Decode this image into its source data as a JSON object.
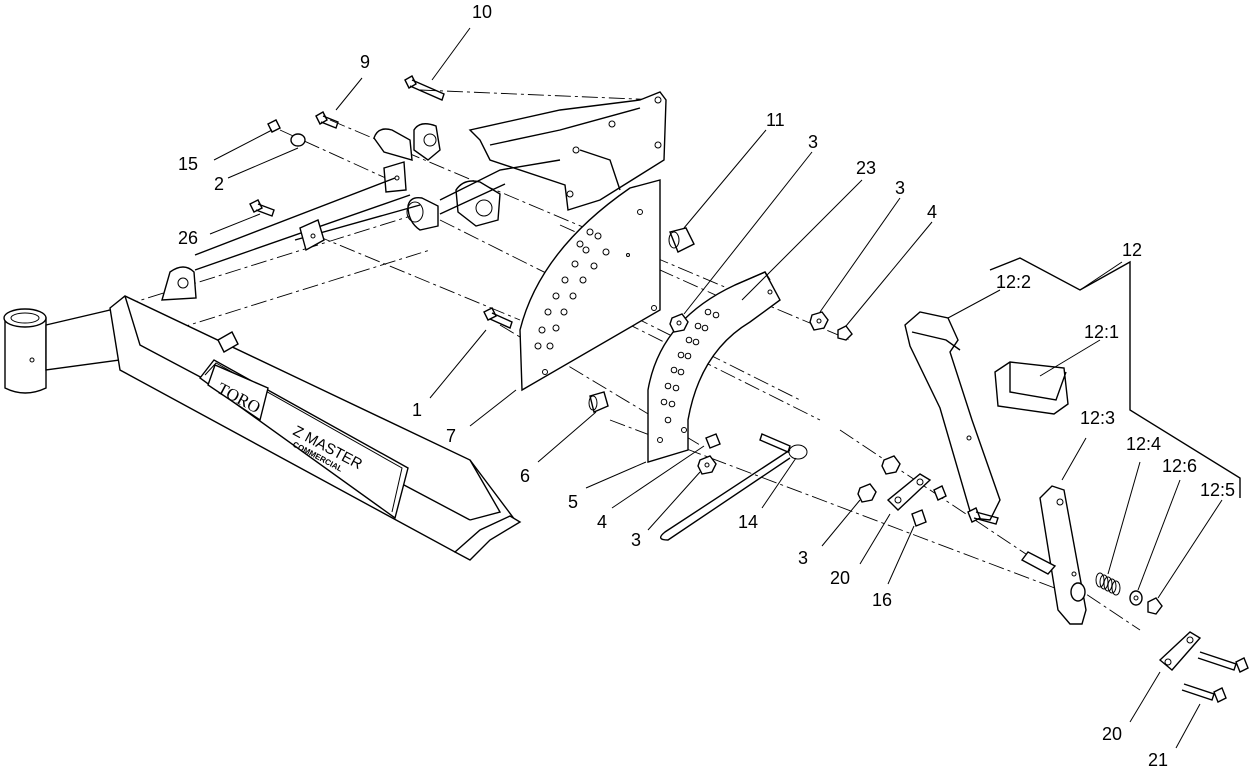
{
  "brand": {
    "logo_text": "TORO",
    "model_name": "Z MASTER",
    "model_subtitle": "COMMERCIAL"
  },
  "callouts": {
    "c10": "10",
    "c9": "9",
    "c15": "15",
    "c2": "2",
    "c26": "26",
    "c11": "11",
    "c3a": "3",
    "c23": "23",
    "c3b": "3",
    "c4a": "4",
    "c12": "12",
    "c12_2": "12:2",
    "c12_1": "12:1",
    "c1": "1",
    "c7": "7",
    "c6": "6",
    "c5": "5",
    "c4b": "4",
    "c3c": "3",
    "c14": "14",
    "c12_3": "12:3",
    "c12_4": "12:4",
    "c12_6": "12:6",
    "c12_5": "12:5",
    "c3d": "3",
    "c20a": "20",
    "c16": "16",
    "c20b": "20",
    "c21": "21"
  }
}
